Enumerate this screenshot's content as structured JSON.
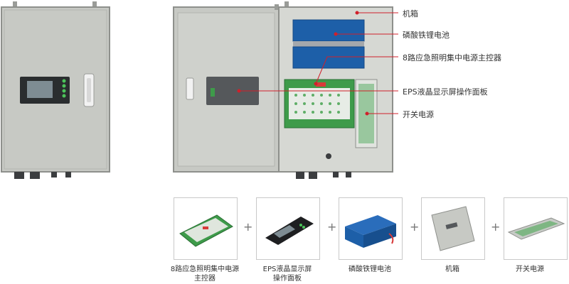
{
  "colors": {
    "cabinet": "#c7c9c4",
    "cabinet_edge": "#8e908c",
    "battery": "#1d5fa8",
    "pcb": "#3e9b4a",
    "leader": "#d0202b",
    "lcd": "#7e8c93"
  },
  "callouts": [
    {
      "id": "cabinet",
      "label": "机箱"
    },
    {
      "id": "battery",
      "label": "磷酸铁锂电池"
    },
    {
      "id": "controller",
      "label": "8路应急照明集中电源主控器"
    },
    {
      "id": "lcd_panel",
      "label": "EPS液晶显示屏操作面板"
    },
    {
      "id": "psu",
      "label": "开关电源"
    }
  ],
  "components": [
    {
      "id": "controller",
      "caption_line1": "8路应急照明集中电源",
      "caption_line2": "主控器",
      "icon": "pcb-board-icon"
    },
    {
      "id": "lcd_panel",
      "caption_line1": "EPS液晶显示屏",
      "caption_line2": "操作面板",
      "icon": "lcd-panel-icon"
    },
    {
      "id": "battery",
      "caption_line1": "磷酸铁锂电池",
      "caption_line2": "",
      "icon": "battery-pack-icon"
    },
    {
      "id": "cabinet",
      "caption_line1": "机箱",
      "caption_line2": "",
      "icon": "cabinet-icon"
    },
    {
      "id": "psu",
      "caption_line1": "开关电源",
      "caption_line2": "",
      "icon": "switching-psu-icon"
    }
  ],
  "plus_sign": "+"
}
